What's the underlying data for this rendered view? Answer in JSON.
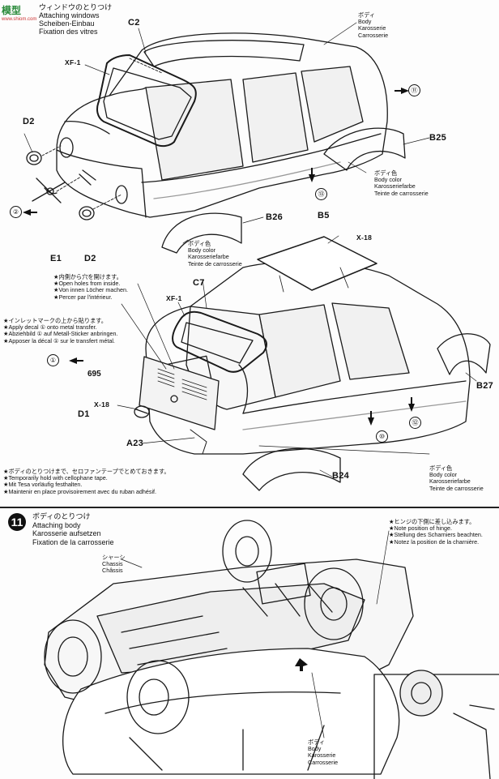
{
  "header_top": {
    "jp": "ウィンドウのとりつけ",
    "en": "Attaching windows",
    "de": "Scheiben-Einbau",
    "fr": "Fixation des vitres"
  },
  "watermark": {
    "text": "模型",
    "sub": "www.shiom.com"
  },
  "parts": {
    "c2": "C2",
    "xf1_a": "XF-1",
    "d2_a": "D2",
    "e1": "E1",
    "d2_b": "D2",
    "b26": "B26",
    "b25": "B25",
    "b5": "B5",
    "x18_a": "X-18",
    "c7": "C7",
    "xf1_b": "XF-1",
    "d1": "D1",
    "x18_b": "X-18",
    "a23": "A23",
    "b27": "B27",
    "b24": "B24"
  },
  "markers": {
    "m2": "②",
    "m11": "⑪",
    "m13": "⑬",
    "m1": "①",
    "m10": "⑩",
    "m12": "⑫"
  },
  "body_label_top": {
    "jp": "ボディ",
    "en": "Body",
    "de": "Karosserie",
    "fr": "Carrosserie"
  },
  "body_color_1": {
    "jp": "ボディ色",
    "en": "Body color",
    "de": "Karosseriefarbe",
    "fr": "Teinte de carrosserie"
  },
  "body_color_2": {
    "jp": "ボディ色",
    "en": "Body color",
    "de": "Karosseriefarbe",
    "fr": "Teinte de carrosserie"
  },
  "body_color_3": {
    "jp": "ボディ色",
    "en": "Body color",
    "de": "Karosseriefarbe",
    "fr": "Teinte de carrosserie"
  },
  "open_holes": {
    "jp": "★内側から穴を開けます。",
    "en": "★Open holes from inside.",
    "de": "★Von innen Löcher machen.",
    "fr": "★Percer par l'intérieur."
  },
  "apply_decal": {
    "jp": "★インレットマークの上から貼ります。",
    "en": "★Apply decal ① onto metal transfer.",
    "de": "★Abziehbild ① auf Metall-Sticker anbringen.",
    "fr": "★Apposer la décal ① sur le transfert métal."
  },
  "hold_tape": {
    "jp": "★ボディのとりつけまで、セロファンテープでとめておきます。",
    "en": "★Temporarily hold with cellophane tape.",
    "de": "★Mit Tesa vorläufig festhalten.",
    "fr": "★Maintenir en place provisoirement avec du ruban adhésif."
  },
  "decal_mark": "695",
  "step": {
    "number": "11",
    "jp": "ボディのとりつけ",
    "en": "Attaching body",
    "de": "Karosserie aufsetzen",
    "fr": "Fixation de la carrosserie"
  },
  "chassis": {
    "jp": "シャーシ",
    "en": "Chassis",
    "fr": "Châssis"
  },
  "hinge_note": {
    "jp": "★ヒンジの下側に差し込みます。",
    "en": "★Note position of hinge.",
    "de": "★Stellung des Scharniers beachten.",
    "fr": "★Notez la position de la charnière."
  },
  "body_label_bottom": {
    "jp": "ボディ",
    "en": "Body",
    "de": "Karosserie",
    "fr": "Carrosserie"
  }
}
